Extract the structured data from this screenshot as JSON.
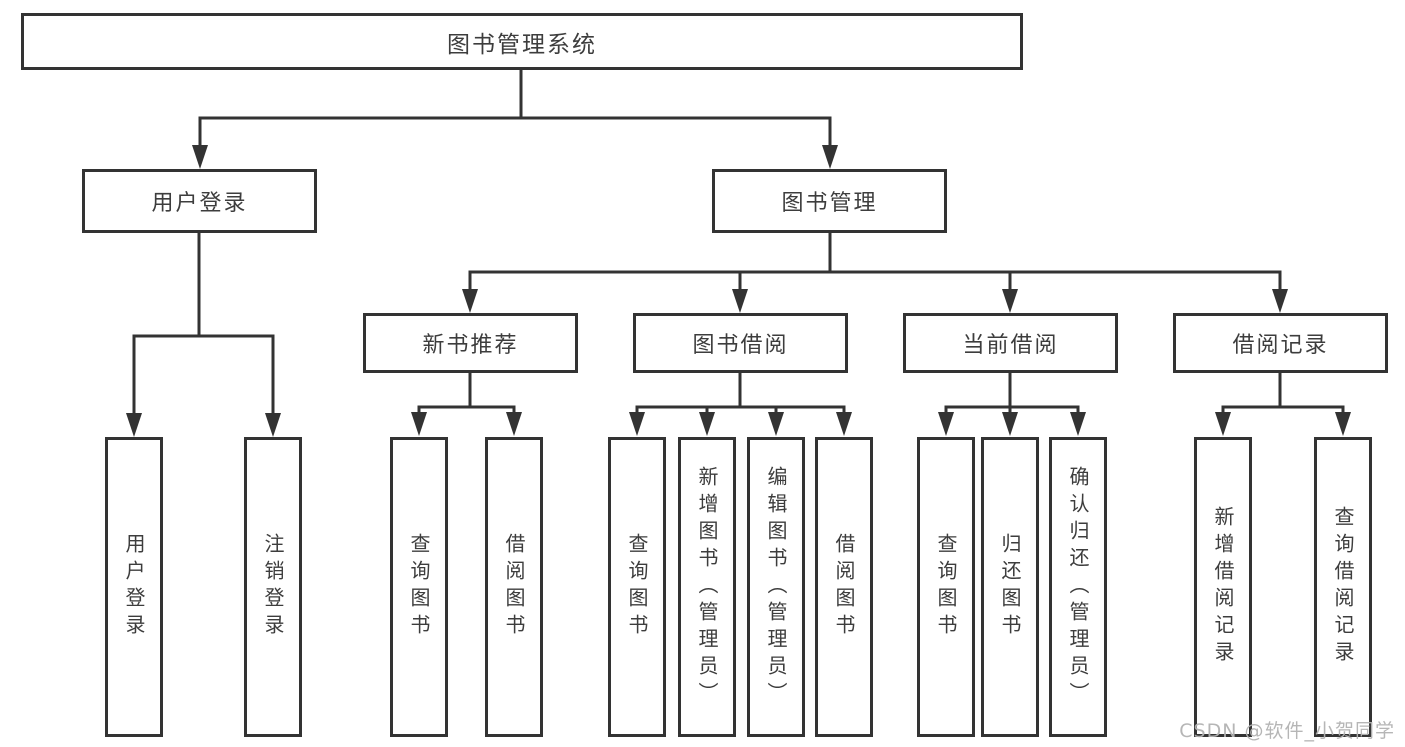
{
  "diagram": {
    "root": {
      "label": "图书管理系统"
    },
    "level2": [
      {
        "label": "用户登录"
      },
      {
        "label": "图书管理"
      }
    ],
    "level3": [
      {
        "label": "新书推荐"
      },
      {
        "label": "图书借阅"
      },
      {
        "label": "当前借阅"
      },
      {
        "label": "借阅记录"
      }
    ],
    "leaves": [
      {
        "label": "用户登录"
      },
      {
        "label": "注销登录"
      },
      {
        "label": "查询图书"
      },
      {
        "label": "借阅图书"
      },
      {
        "label": "查询图书"
      },
      {
        "label": "新增图书（管理员）"
      },
      {
        "label": "编辑图书（管理员）"
      },
      {
        "label": "借阅图书"
      },
      {
        "label": "查询图书"
      },
      {
        "label": "归还图书"
      },
      {
        "label": "确认归还（管理员）"
      },
      {
        "label": "新增借阅记录"
      },
      {
        "label": "查询借阅记录"
      }
    ]
  },
  "watermark": {
    "text": "CSDN @软件_小贺同学"
  },
  "colors": {
    "line": "#333333",
    "box_border": "#333333",
    "text": "#3d3d3d",
    "watermark": "#b3b3b3",
    "background": "#ffffff"
  }
}
